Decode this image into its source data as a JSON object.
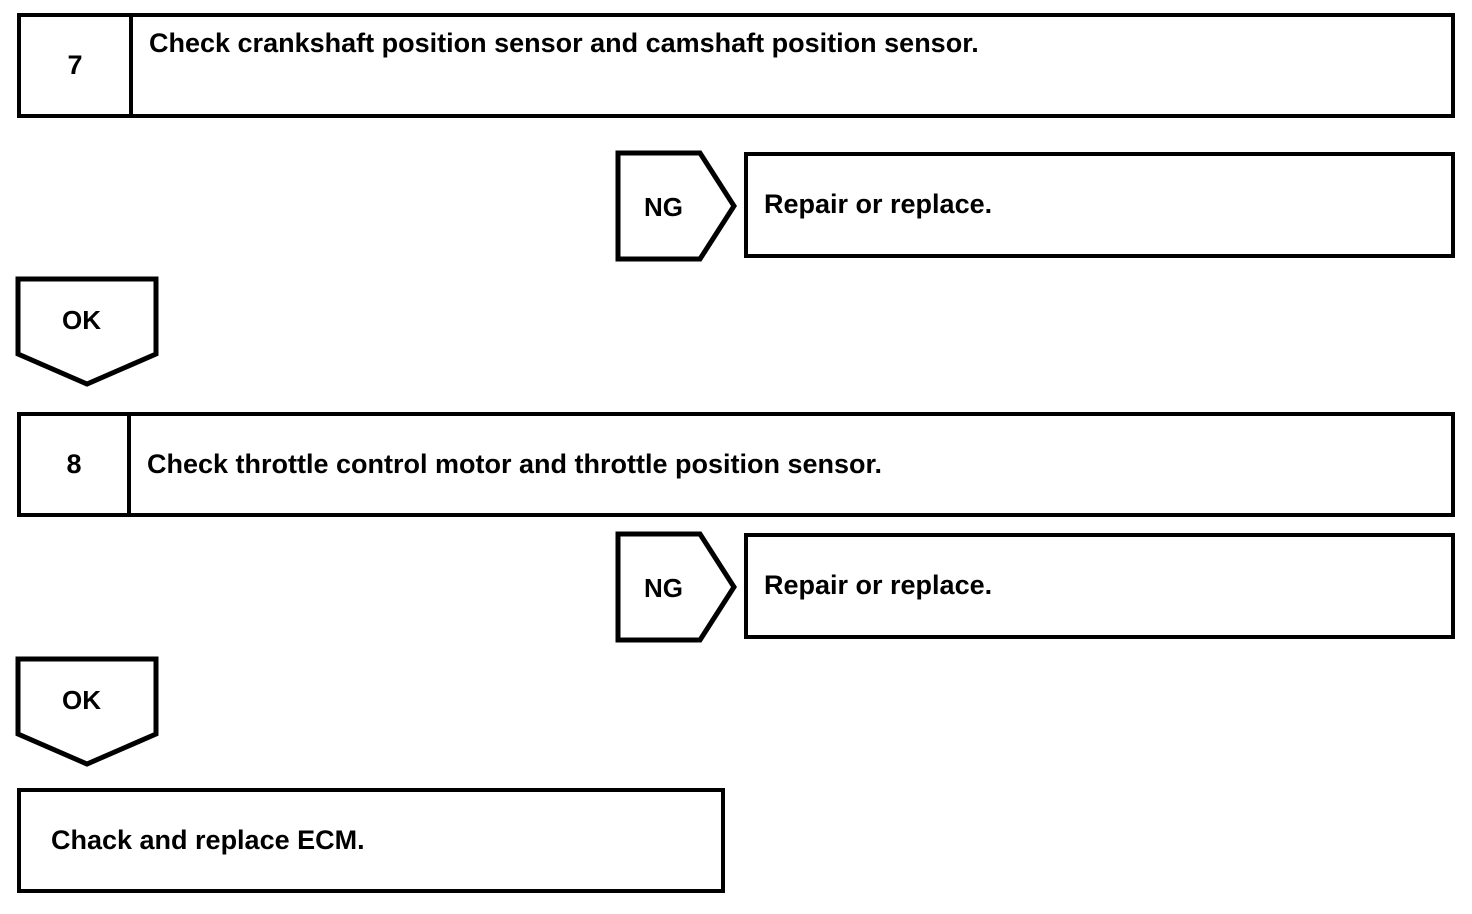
{
  "document": {
    "type": "diagnostic-flow-chart",
    "background_color": "#ffffff",
    "line_color": "#000000",
    "text_color": "#000000"
  },
  "steps": [
    {
      "number": "7",
      "instruction": "Check crankshaft position sensor and camshaft position sensor.",
      "ng_label": "NG",
      "ng_action": "Repair or replace.",
      "ok_label": "OK"
    },
    {
      "number": "8",
      "instruction": "Check throttle control motor and throttle position sensor.",
      "ng_label": "NG",
      "ng_action": "Repair or replace.",
      "ok_label": "OK"
    }
  ],
  "final": {
    "text": "Chack and replace ECM."
  }
}
